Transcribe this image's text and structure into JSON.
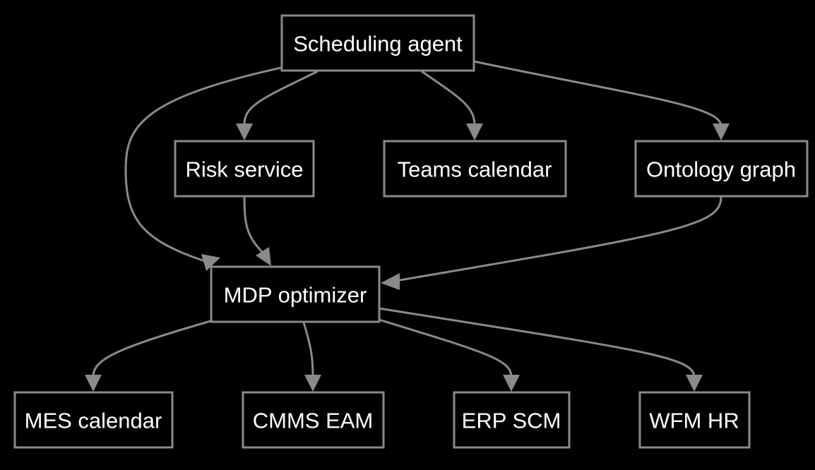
{
  "nodes": [
    {
      "id": "scheduling-agent",
      "label": "Scheduling agent"
    },
    {
      "id": "risk-service",
      "label": "Risk service"
    },
    {
      "id": "teams-calendar",
      "label": "Teams calendar"
    },
    {
      "id": "ontology-graph",
      "label": "Ontology graph"
    },
    {
      "id": "mdp-optimizer",
      "label": "MDP optimizer"
    },
    {
      "id": "mes-calendar",
      "label": "MES calendar"
    },
    {
      "id": "cmms-eam",
      "label": "CMMS EAM"
    },
    {
      "id": "erp-scm",
      "label": "ERP SCM"
    },
    {
      "id": "wfm-hr",
      "label": "WFM HR"
    }
  ],
  "edges": [
    {
      "from": "scheduling-agent",
      "to": "risk-service"
    },
    {
      "from": "scheduling-agent",
      "to": "teams-calendar"
    },
    {
      "from": "scheduling-agent",
      "to": "ontology-graph"
    },
    {
      "from": "scheduling-agent",
      "to": "mdp-optimizer"
    },
    {
      "from": "risk-service",
      "to": "mdp-optimizer"
    },
    {
      "from": "ontology-graph",
      "to": "mdp-optimizer"
    },
    {
      "from": "mdp-optimizer",
      "to": "mes-calendar"
    },
    {
      "from": "mdp-optimizer",
      "to": "cmms-eam"
    },
    {
      "from": "mdp-optimizer",
      "to": "erp-scm"
    },
    {
      "from": "mdp-optimizer",
      "to": "wfm-hr"
    }
  ],
  "colors": {
    "background": "#000000",
    "line": "#8a8a8a",
    "text": "#ffffff"
  }
}
